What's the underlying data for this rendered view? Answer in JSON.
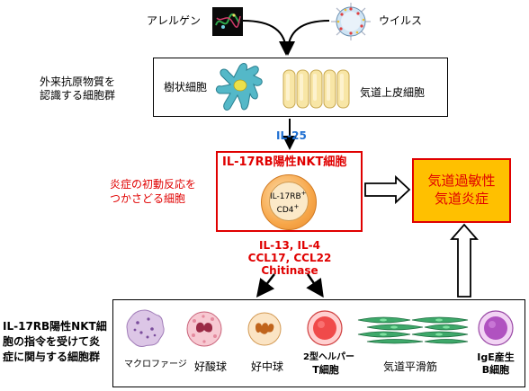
{
  "top": {
    "allergen": "アレルゲン",
    "virus": "ウイルス"
  },
  "recognition": {
    "side_label": [
      "外来抗原物質を",
      "認識する細胞群"
    ],
    "dendritic": "樹状細胞",
    "epithelial": "気道上皮細胞"
  },
  "signal": "IL-25",
  "nkt": {
    "title": "IL-17RB陽性NKT細胞",
    "marker1": "IL-17RB",
    "marker1_sup": "+",
    "marker2": "CD4",
    "marker2_sup": "+",
    "side_label": [
      "炎症の初動反応を",
      "つかさどる細胞"
    ]
  },
  "outcome": [
    "気道過敏性",
    "気道炎症"
  ],
  "cytokines": [
    "IL-13, IL-4",
    "CCL17, CCL22",
    "Chitinase"
  ],
  "effector": {
    "side_label": [
      "IL-17RB陽性NKT細",
      "胞の指令を受けて炎",
      "症に関与する細胞群"
    ],
    "cells": {
      "macrophage": "マクロファージ",
      "eosinophil": "好酸球",
      "neutrophil": "好中球",
      "th2_line1": "2型ヘルパー",
      "th2_line2": "T細胞",
      "smooth_muscle": "気道平滑筋",
      "bcell_line1": "IgE産生",
      "bcell_line2": "B細胞"
    }
  },
  "colors": {
    "accent_red": "#e00000",
    "signal_blue": "#1f6fd1",
    "outcome_fill": "#ffc000",
    "nkt_cell": "#f7a74a"
  }
}
